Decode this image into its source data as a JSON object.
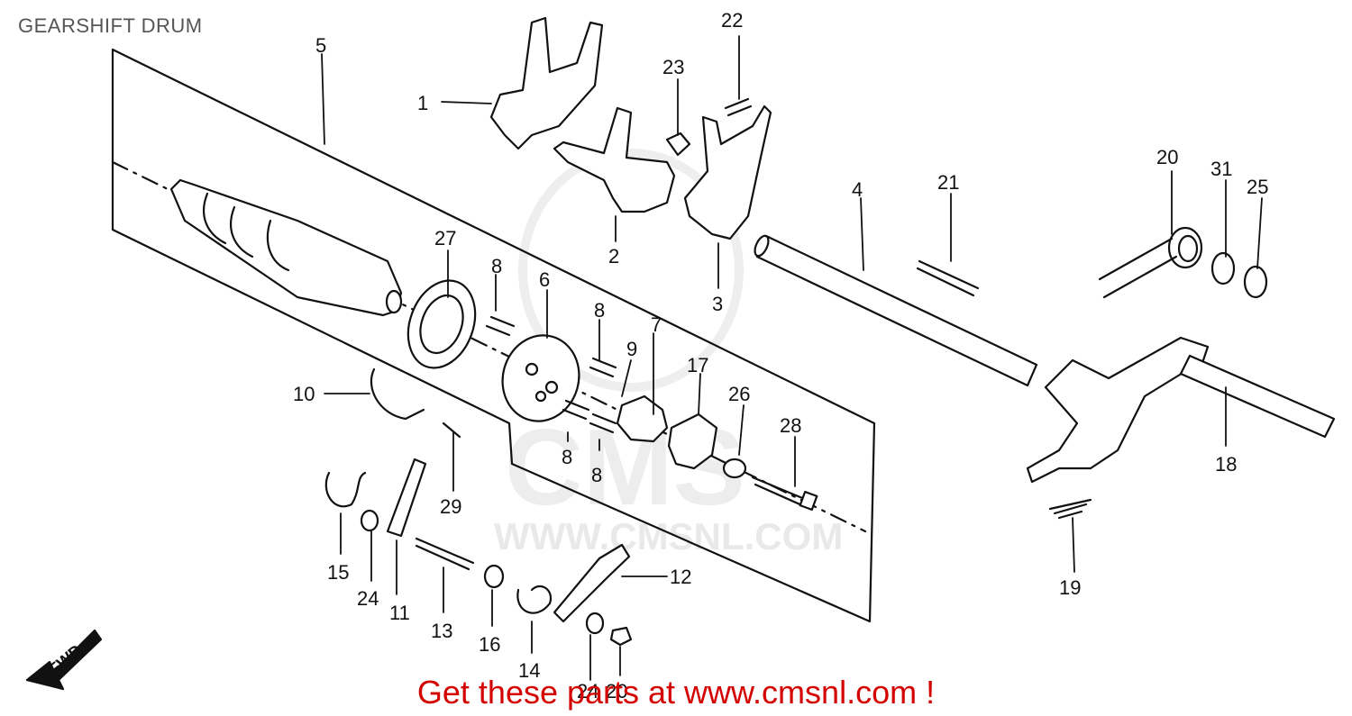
{
  "title": "GEARSHIFT DRUM",
  "promo_text": "Get these parts at www.cmsnl.com !",
  "watermark": {
    "logo": "CMS",
    "url": "WWW.CMSNL.COM"
  },
  "direction_marker": "FWD",
  "colors": {
    "line": "#111111",
    "promo": "#d40000",
    "title": "#555555",
    "watermark": "#e9e9e9"
  },
  "part_labels": [
    {
      "id": "1",
      "text": "1"
    },
    {
      "id": "2",
      "text": "2"
    },
    {
      "id": "3",
      "text": "3"
    },
    {
      "id": "4",
      "text": "4"
    },
    {
      "id": "5",
      "text": "5"
    },
    {
      "id": "6",
      "text": "6"
    },
    {
      "id": "7",
      "text": "7"
    },
    {
      "id": "8a",
      "text": "8"
    },
    {
      "id": "8b",
      "text": "8"
    },
    {
      "id": "8c",
      "text": "8"
    },
    {
      "id": "8d",
      "text": "8"
    },
    {
      "id": "9",
      "text": "9"
    },
    {
      "id": "10",
      "text": "10"
    },
    {
      "id": "11",
      "text": "11"
    },
    {
      "id": "12",
      "text": "12"
    },
    {
      "id": "13",
      "text": "13"
    },
    {
      "id": "14",
      "text": "14"
    },
    {
      "id": "15",
      "text": "15"
    },
    {
      "id": "16",
      "text": "16"
    },
    {
      "id": "17",
      "text": "17"
    },
    {
      "id": "18",
      "text": "18"
    },
    {
      "id": "19",
      "text": "19"
    },
    {
      "id": "20",
      "text": "20"
    },
    {
      "id": "20b",
      "text": "20"
    },
    {
      "id": "21",
      "text": "21"
    },
    {
      "id": "22",
      "text": "22"
    },
    {
      "id": "23",
      "text": "23"
    },
    {
      "id": "24a",
      "text": "24"
    },
    {
      "id": "24b",
      "text": "24"
    },
    {
      "id": "25",
      "text": "25"
    },
    {
      "id": "26",
      "text": "26"
    },
    {
      "id": "27",
      "text": "27"
    },
    {
      "id": "28",
      "text": "28"
    },
    {
      "id": "29",
      "text": "29"
    },
    {
      "id": "31",
      "text": "31"
    }
  ]
}
